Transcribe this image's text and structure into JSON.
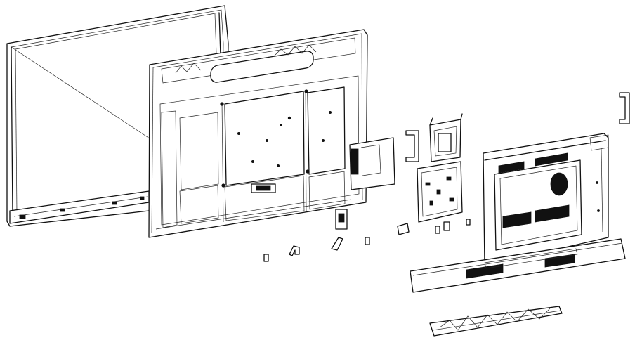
{
  "diagram": {
    "line_color": "#111111",
    "background": "#ffffff",
    "parts": [
      {
        "id": "front-bezel-frame",
        "icon": "display-frame"
      },
      {
        "id": "rear-chassis-frame",
        "icon": "chassis"
      },
      {
        "id": "main-board-bracket",
        "icon": "bracket"
      },
      {
        "id": "power-board",
        "icon": "circuit-board"
      },
      {
        "id": "carry-handles",
        "icon": "handle"
      },
      {
        "id": "rear-cover",
        "icon": "back-cover"
      },
      {
        "id": "speaker-bar",
        "icon": "speaker"
      },
      {
        "id": "pen-tray",
        "icon": "tray"
      },
      {
        "id": "small-clips",
        "icon": "clip"
      }
    ]
  }
}
